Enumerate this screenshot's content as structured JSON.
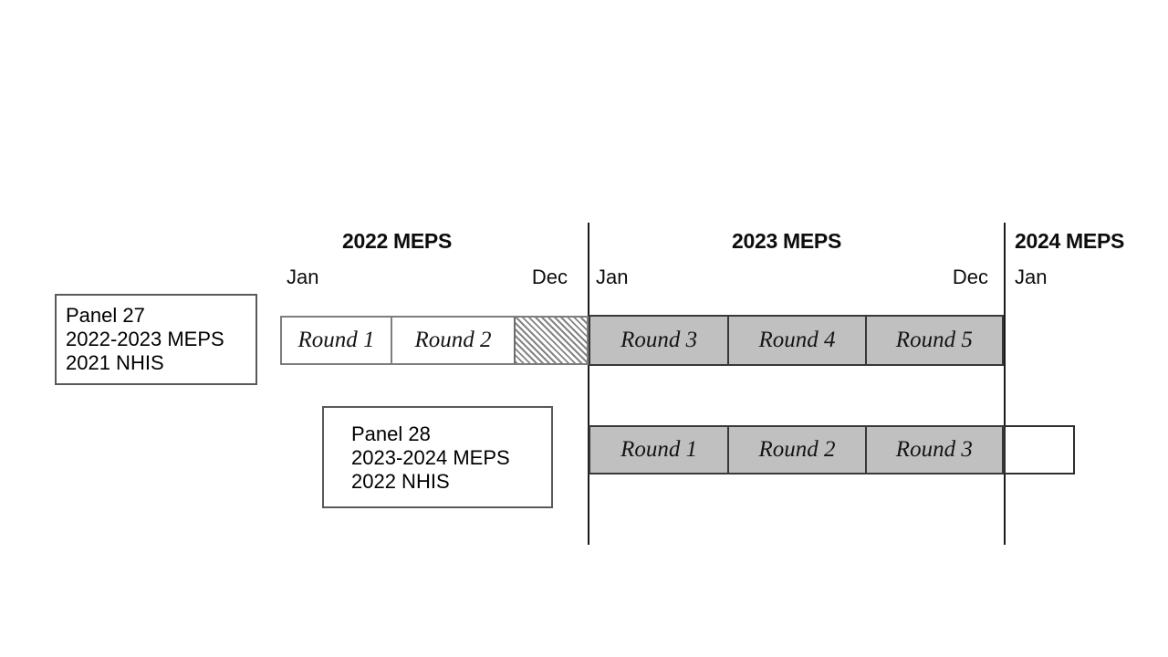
{
  "diagram": {
    "title_hint": "MEPS panel design timeline",
    "years": [
      {
        "header": "2022 MEPS",
        "start_month": "Jan",
        "end_month": "Dec"
      },
      {
        "header": "2023 MEPS",
        "start_month": "Jan",
        "end_month": "Dec"
      },
      {
        "header": "2024 MEPS",
        "start_month": "Jan"
      }
    ],
    "panel27": {
      "box_lines": [
        "Panel 27",
        "2022-2023 MEPS",
        "2021 NHIS"
      ],
      "rounds": [
        "Round 1",
        "Round 2",
        "Round 3",
        "Round 4",
        "Round 5"
      ],
      "hatch_segment": "unlabeled hatched interval between Round 2 and Round 3"
    },
    "panel28": {
      "box_lines": [
        "Panel 28",
        "2023-2024 MEPS",
        "2022 NHIS"
      ],
      "rounds": [
        "Round 1",
        "Round 2",
        "Round 3"
      ],
      "empty_segment": "unlabeled white interval continuing into 2024"
    },
    "colors": {
      "background": "#ffffff",
      "bar_fill_gray": "#c0c0c0",
      "hatch_line": "#848484",
      "line_black": "#1a1a1a",
      "box_border_gray": "#595959"
    }
  }
}
